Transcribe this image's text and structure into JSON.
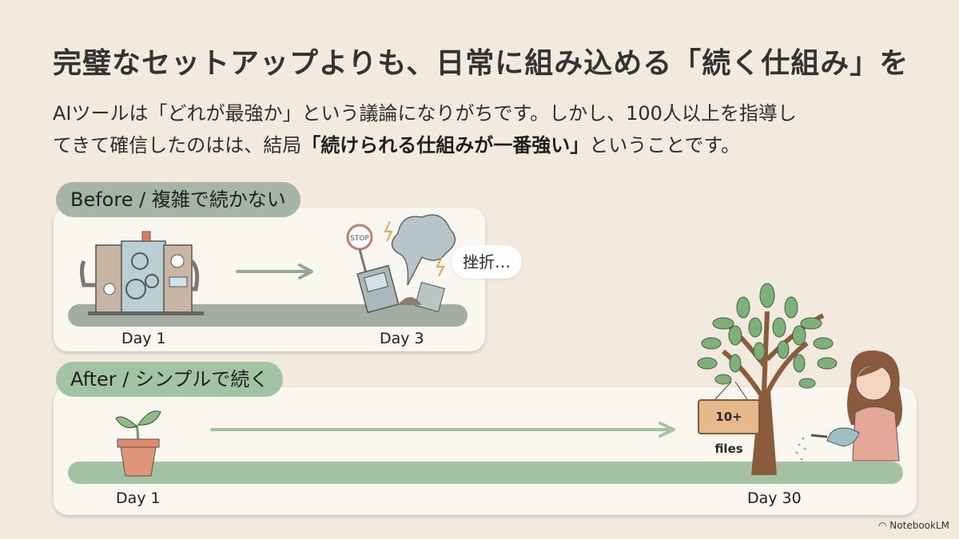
{
  "title": "完璧なセットアップよりも、日常に組み込める「続く仕組み」を",
  "body": {
    "line1": "AIツールは「どれが最強か」という議論になりがちです。しかし、100人以上を指導し",
    "line2_prefix": "てきて確信したのはは、結局",
    "line2_bold": "「続けられる仕組みが一番強い」",
    "line2_suffix": "ということです。"
  },
  "before": {
    "tag": "Before / 複雑で続かない",
    "start_label": "Day 1",
    "end_label": "Day 3",
    "bubble": "挫折…",
    "stop_sign": "STOP",
    "colors": {
      "tag": "#a6b3a7",
      "ground": "#a4ada4"
    }
  },
  "after": {
    "tag": "After / シンプルで続く",
    "start_label": "Day 1",
    "end_label": "Day 30",
    "sign": "10+ files",
    "colors": {
      "tag": "#a2c3a4",
      "ground": "#a2c2a2"
    }
  },
  "brand": "NotebookLM"
}
